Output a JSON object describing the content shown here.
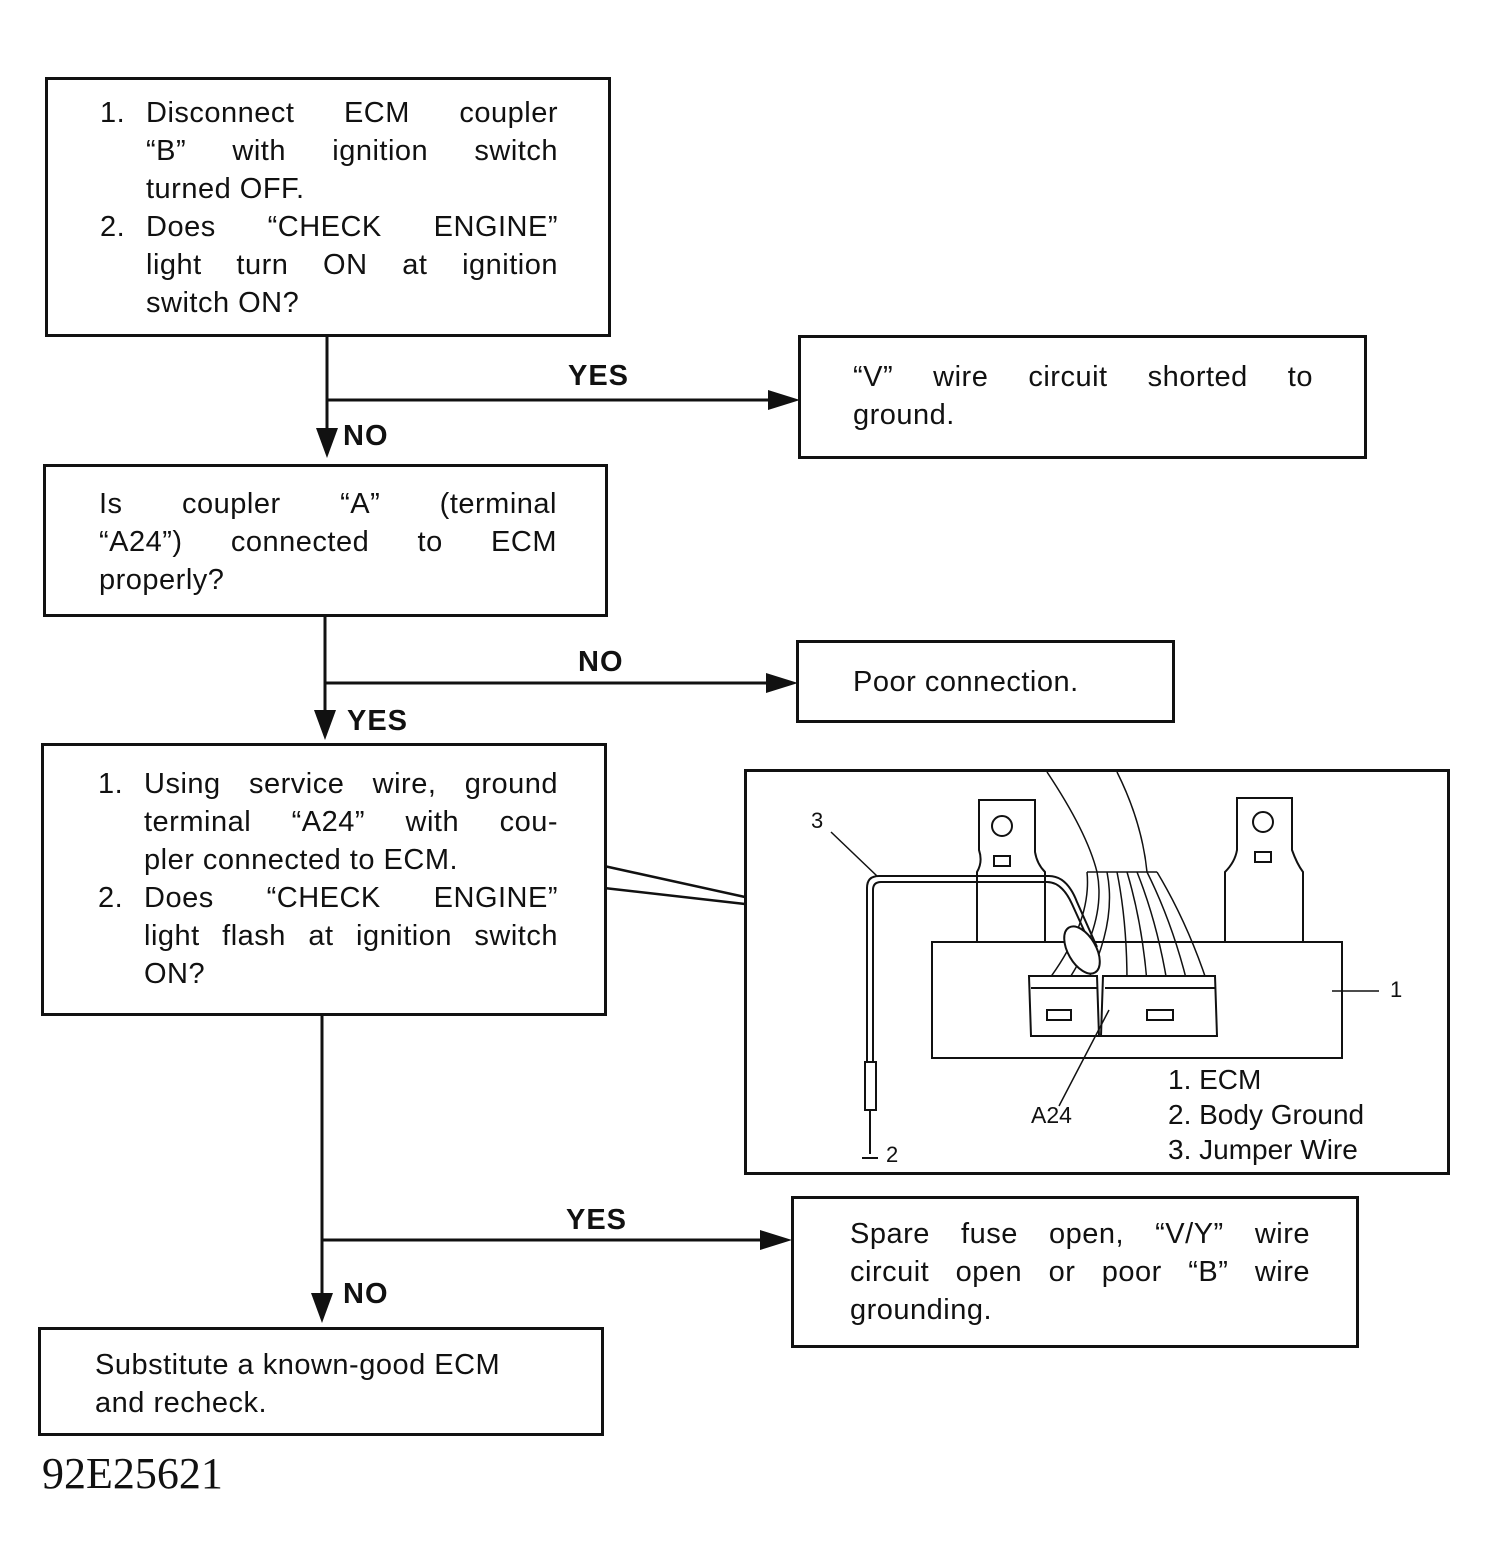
{
  "box1": {
    "step1_num": "1.",
    "step1_lines": [
      "Disconnect ECM coupler",
      "“B” with ignition switch",
      "turned OFF."
    ],
    "step2_num": "2.",
    "step2_lines": [
      "Does “CHECK ENGINE”",
      "light turn ON at ignition",
      "switch ON?"
    ]
  },
  "branch1": {
    "yes_label": "YES",
    "no_label": "NO"
  },
  "result1": {
    "lines": [
      "“V” wire circuit shorted to",
      "ground."
    ]
  },
  "box2": {
    "lines": [
      "Is coupler “A” (terminal",
      "“A24”) connected to ECM",
      "properly?"
    ]
  },
  "branch2": {
    "no_label": "NO",
    "yes_label": "YES"
  },
  "result2": {
    "text": "Poor connection."
  },
  "box3": {
    "step1_num": "1.",
    "step1_lines": [
      "Using service wire, ground",
      "terminal “A24” with cou-",
      "pler connected to ECM."
    ],
    "step2_num": "2.",
    "step2_lines": [
      "Does “CHECK ENGINE”",
      "light flash at ignition switch",
      "ON?"
    ]
  },
  "figure": {
    "callout_1": "1",
    "callout_2": "2",
    "callout_3": "3",
    "terminal_label": "A24",
    "legend": [
      "1. ECM",
      "2. Body Ground",
      "3. Jumper Wire"
    ]
  },
  "branch3": {
    "yes_label": "YES",
    "no_label": "NO"
  },
  "result3": {
    "lines": [
      "Spare fuse open, “V/Y” wire",
      "circuit open or poor “B” wire",
      "grounding."
    ]
  },
  "box4": {
    "lines": [
      "Substitute a known-good ECM",
      "and recheck."
    ]
  },
  "figure_code": "92E25621"
}
